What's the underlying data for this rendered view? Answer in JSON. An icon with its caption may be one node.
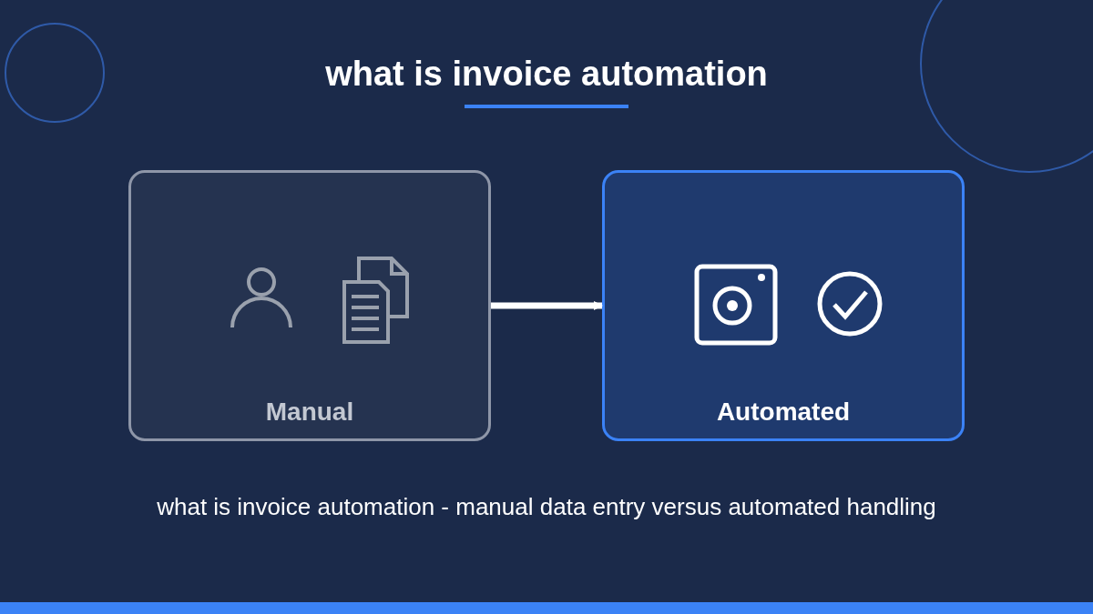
{
  "diagram": {
    "title": "what is invoice automation",
    "nodes": [
      {
        "text": [
          "Manual"
        ]
      },
      {
        "text": [
          "Automated"
        ]
      }
    ],
    "edges": [
      {
        "from": 0,
        "to": 1,
        "arrow": "to"
      }
    ],
    "caption": "what is invoice automation - manual data entry versus automated handling"
  }
}
